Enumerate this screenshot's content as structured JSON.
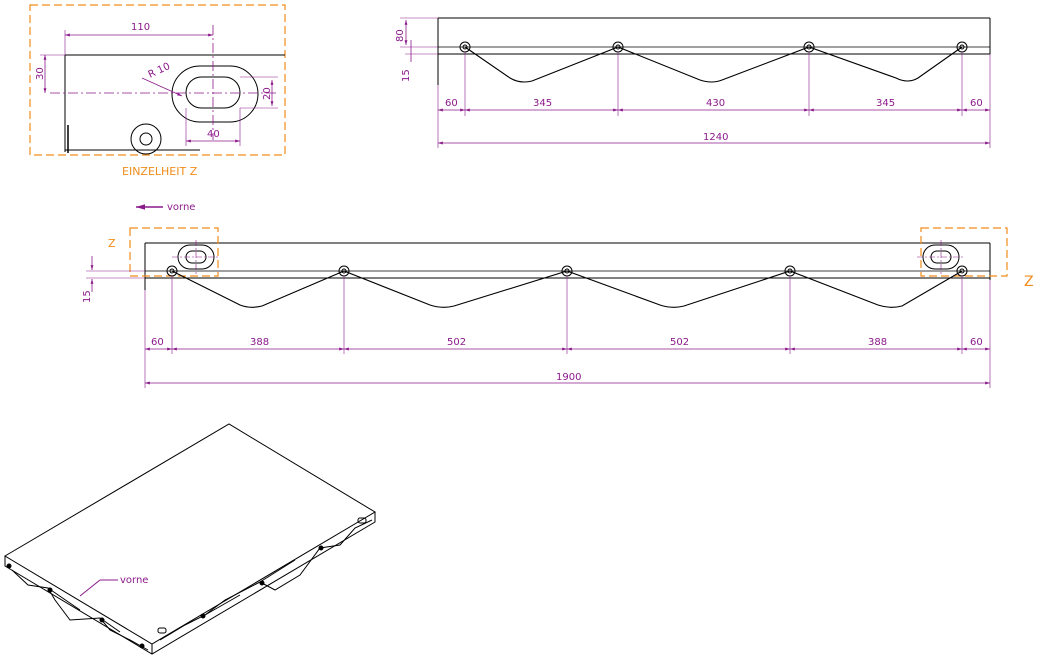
{
  "colors": {
    "outline": "#000000",
    "dimension": "#8b1a8b",
    "detail_frame": "#f08c1a",
    "background": "#ffffff"
  },
  "detail_z": {
    "caption": "EINZELHEIT Z",
    "dim_110": "110",
    "dim_30": "30",
    "dim_r10": "R 10",
    "dim_20": "20",
    "dim_40": "40"
  },
  "side_view": {
    "dim_80": "80",
    "dim_15": "15",
    "segments": [
      "60",
      "345",
      "430",
      "345",
      "60"
    ],
    "total": "1240"
  },
  "front_view": {
    "direction_label": "vorne",
    "z_marker_left": "Z",
    "z_marker_right": "Z",
    "dim_15": "15",
    "segments": [
      "60",
      "388",
      "502",
      "502",
      "388",
      "60"
    ],
    "total": "1900"
  },
  "iso_view": {
    "direction_label": "vorne"
  }
}
